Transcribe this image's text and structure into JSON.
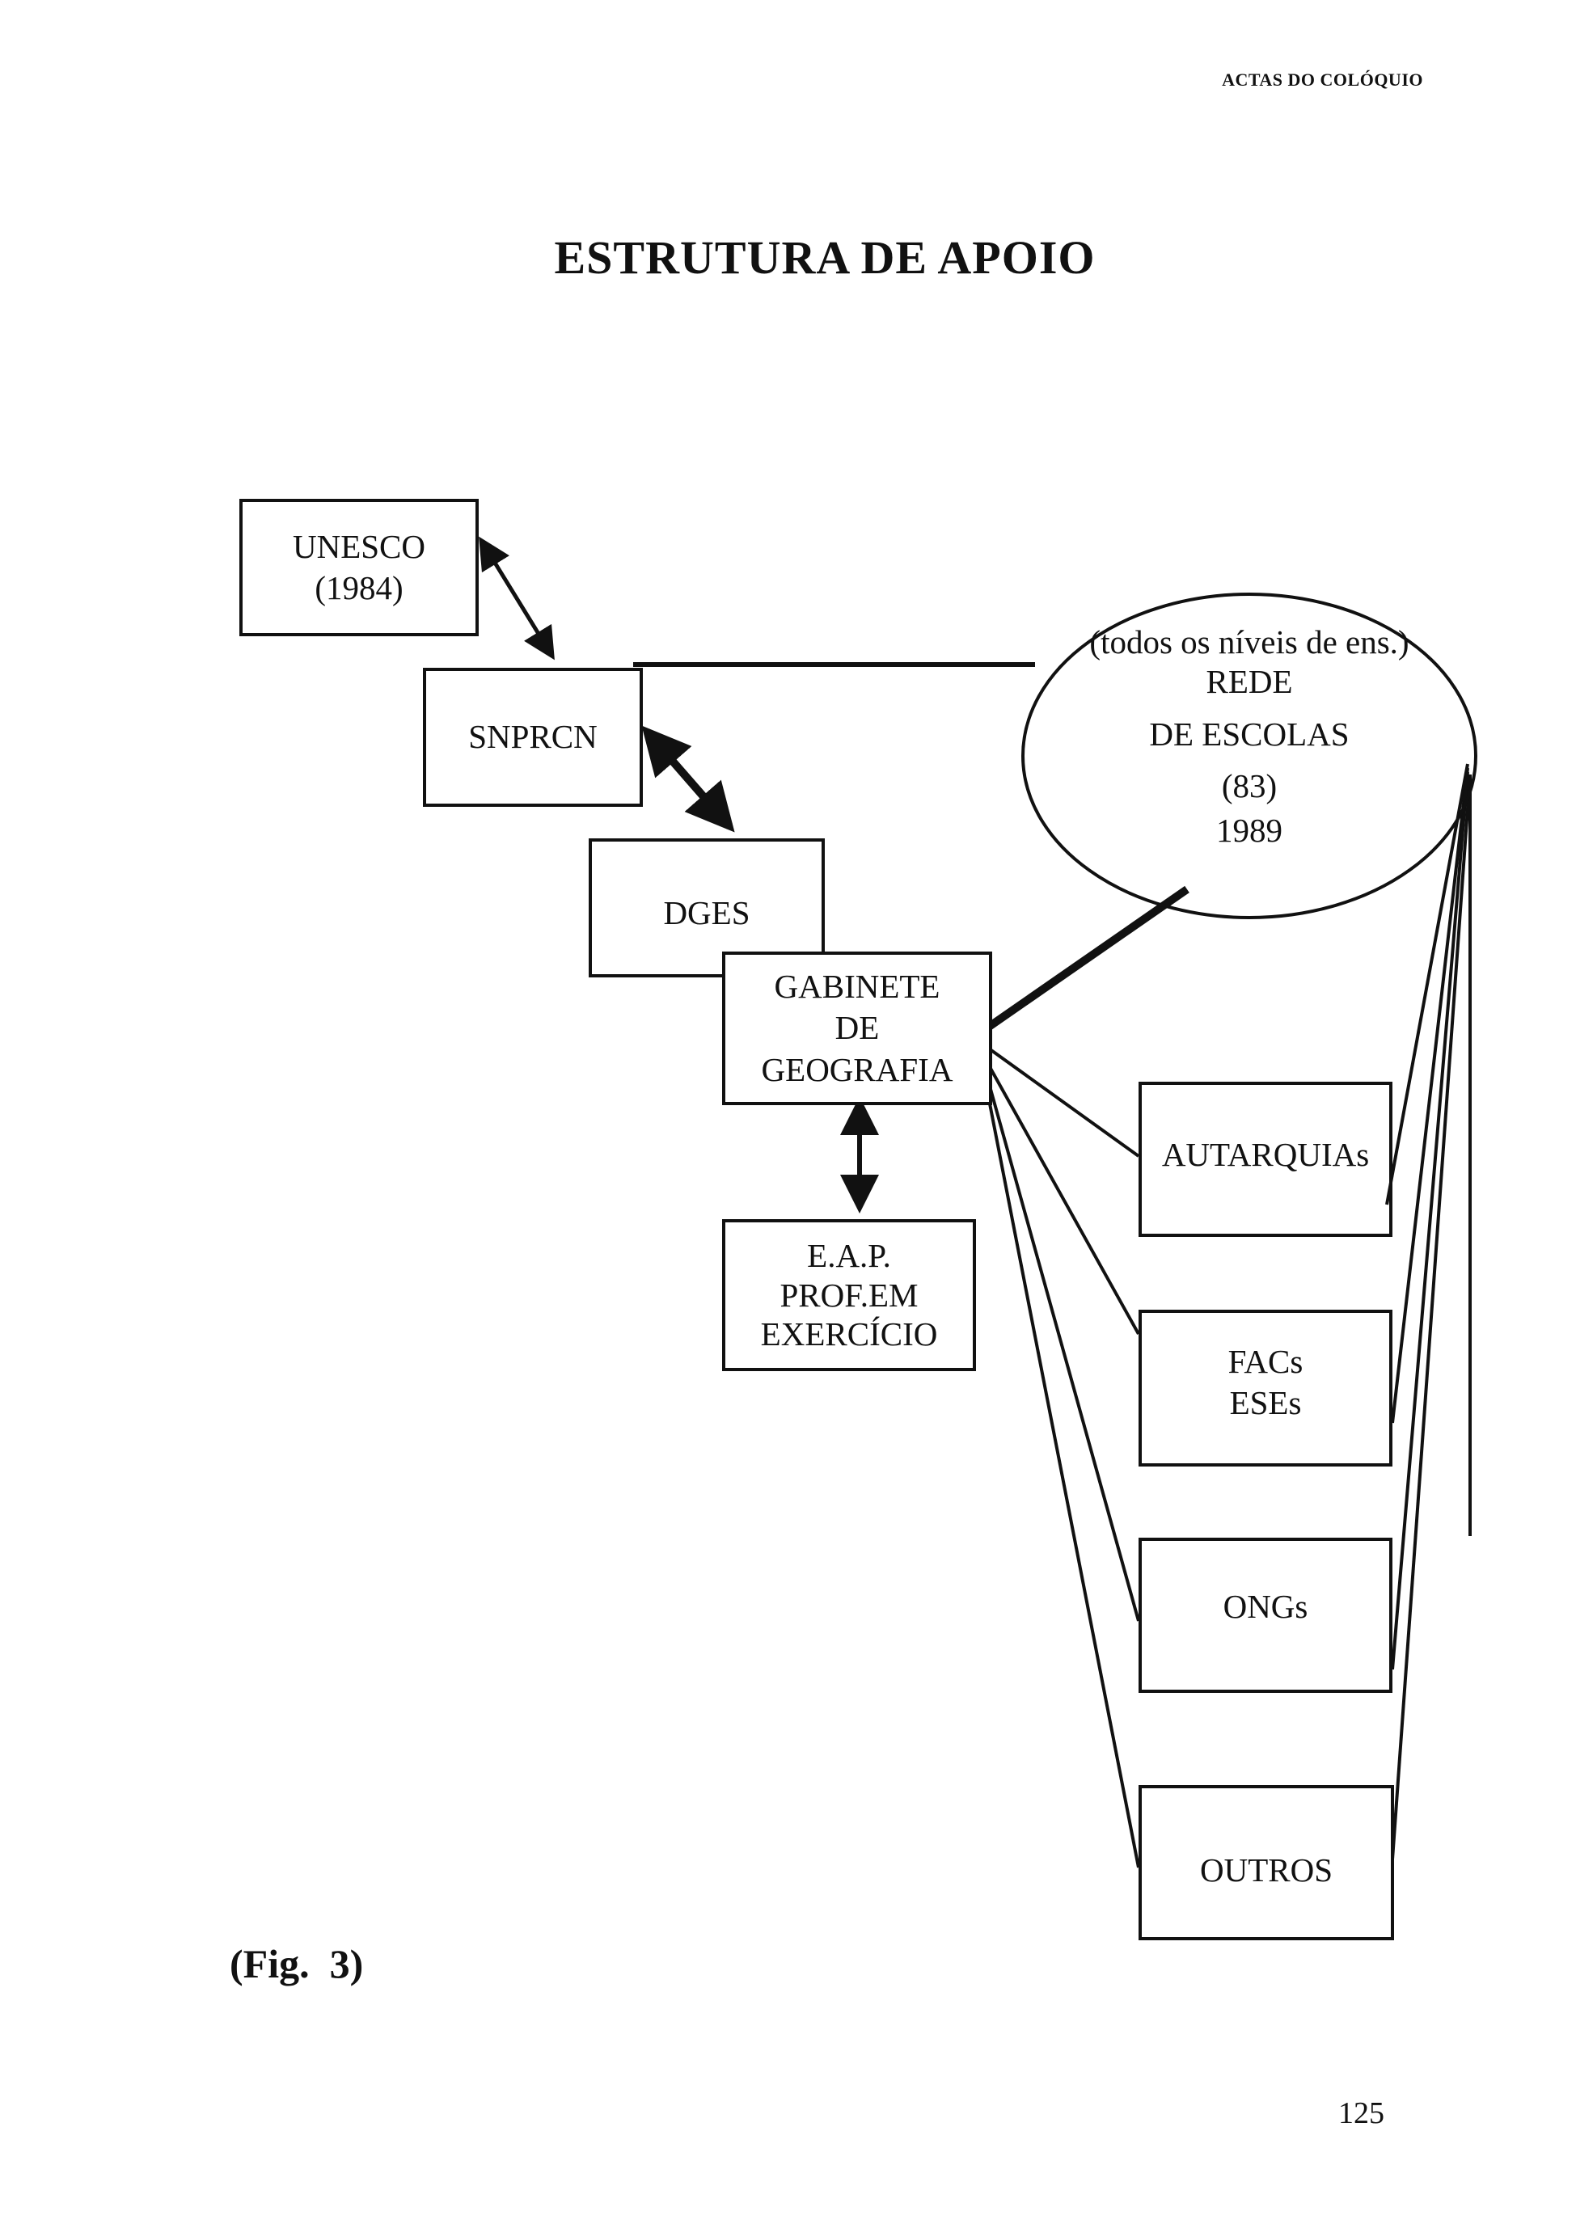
{
  "header": {
    "running_title": "ACTAS DO COLÓQUIO"
  },
  "title": "ESTRUTURA DE APOIO",
  "nodes": {
    "unesco": {
      "line1": "UNESCO",
      "line2": "(1984)"
    },
    "snprcn": {
      "label": "SNPRCN"
    },
    "dges": {
      "label": "DGES"
    },
    "gabinete": {
      "line1": "GABINETE",
      "line2": "DE",
      "line3": "GEOGRAFIA"
    },
    "eap": {
      "line1": "E.A.P.",
      "line2": "PROF.EM",
      "line3": "EXERCÍCIO"
    },
    "rede": {
      "line1": "(todos os níveis de ens.)",
      "line2": "REDE",
      "line3": "DE ESCOLAS",
      "line4": "(83)",
      "line5": "1989"
    },
    "autarquias": {
      "label": "AUTARQUIAs"
    },
    "facs": {
      "line1": "FACs",
      "line2": "ESEs"
    },
    "ongs": {
      "label": "ONGs"
    },
    "outros": {
      "label": "OUTROS"
    }
  },
  "caption": "(Fig.  3)",
  "page_number": "125",
  "colors": {
    "ink": "#111111",
    "paper": "#ffffff"
  }
}
